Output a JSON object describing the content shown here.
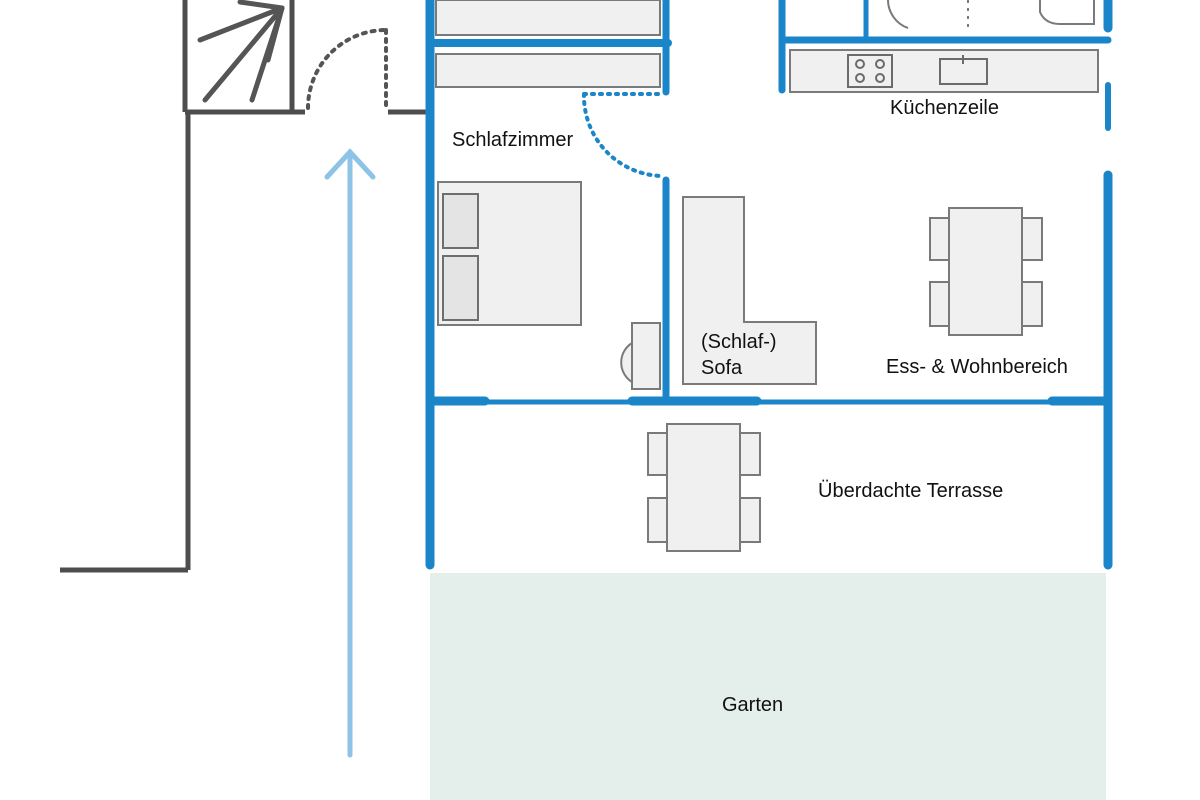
{
  "colors": {
    "wall": "#1a86c9",
    "grey_wall": "#4d4d4d",
    "arrow": "#8cc3e6",
    "garden": "#e4efec",
    "furniture_fill": "#f0f0f0",
    "furniture_stroke": "#7a7a7a"
  },
  "labels": {
    "bedroom": "Schlafzimmer",
    "sofa_line1": "(Schlaf-)",
    "sofa_line2": "Sofa",
    "kitchen": "Küchenzeile",
    "living": "Ess- & Wohnbereich",
    "terrace": "Überdachte Terrasse",
    "garden": "Garten"
  },
  "icons": [
    "shower-icon",
    "entrance-arrow-icon",
    "stove-icon",
    "sink-icon"
  ]
}
